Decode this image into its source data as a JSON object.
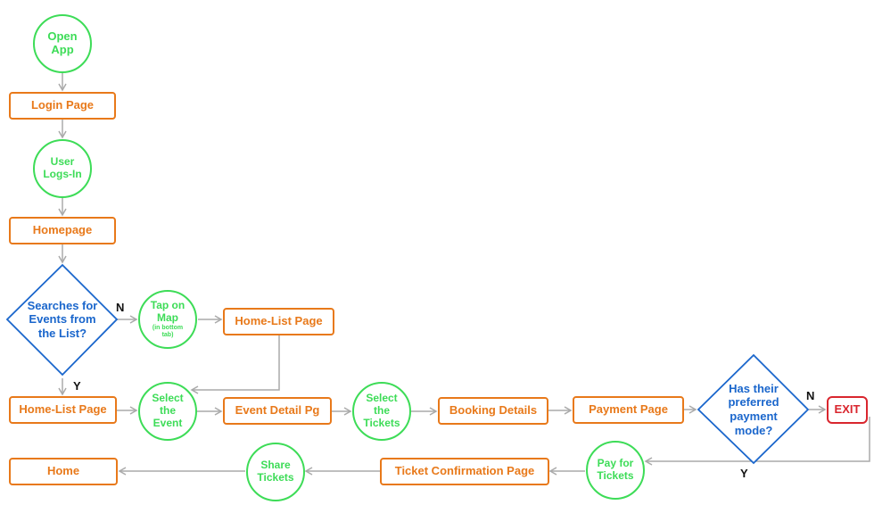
{
  "nodes": {
    "open_app": "Open App",
    "login_page": "Login Page",
    "user_logs_in": "User Logs-In",
    "homepage": "Homepage",
    "search_decision": "Searches for Events from the List?",
    "tap_on_map": "Tap on",
    "tap_on_map_2": "Map",
    "tap_on_map_note": "(in bottom tab)",
    "home_list_page_top": "Home-List Page",
    "home_list_page": "Home-List Page",
    "select_event": "Select the Event",
    "event_detail": "Event Detail Pg",
    "select_tickets": "Select the Tickets",
    "booking_details": "Booking Details",
    "payment_page": "Payment Page",
    "payment_decision": "Has their preferred payment mode?",
    "exit": "EXIT",
    "pay_for_tickets": "Pay for Tickets",
    "ticket_confirmation": "Ticket Confirmation Page",
    "share_tickets": "Share Tickets",
    "home": "Home"
  },
  "branch_labels": {
    "search_no": "N",
    "search_yes": "Y",
    "payment_no": "N",
    "payment_yes": "Y"
  },
  "colors": {
    "process": "#e8791a",
    "action": "#3ddc57",
    "decision": "#1a66cc",
    "exit": "#d9262e",
    "connector": "#aaaaaa"
  }
}
